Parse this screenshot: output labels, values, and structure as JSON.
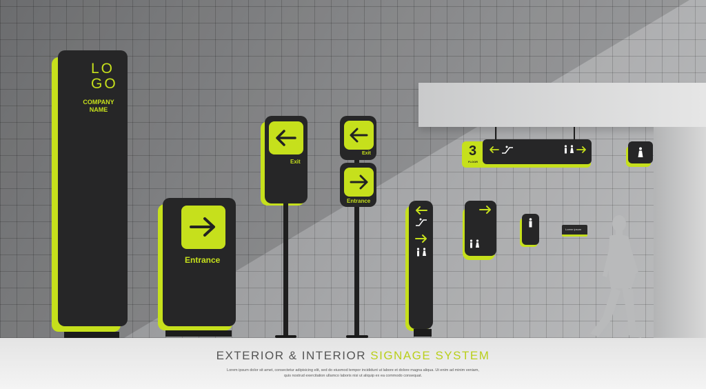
{
  "colors": {
    "accent": "#c6e01c",
    "sign": "#262627",
    "wall": "#8f9092",
    "floor": "#efefef"
  },
  "logo_sign": {
    "logo_line1": "LO",
    "logo_line2": "GO",
    "company_line1": "COMPANY",
    "company_line2": "NAME"
  },
  "entrance_sign": {
    "label": "Entrance",
    "icon": "arrow-right"
  },
  "exit_pole_sign": {
    "label": "Exit",
    "icon": "arrow-left"
  },
  "double_pole_sign": {
    "top_label": "Exit",
    "bottom_label": "Entrance"
  },
  "hanging_sign": {
    "floor_number": "3",
    "floor_word": "FLOOR",
    "icons": [
      "arrow-left",
      "escalator-icon",
      "restroom-icon",
      "arrow-right"
    ]
  },
  "small_plaque": {
    "text": "Lorem ipsum"
  },
  "caption": {
    "title_part1": "EXTERIOR & INTERIOR ",
    "title_part2": "SIGNAGE SYSTEM",
    "line1": "Lorem ipsum dolor sit amet, consectetur adipisicing elit, sed do eiusmod tempor incididunt ut labore et dolore magna aliqua. Ut enim ad minim veniam,",
    "line2": "quis nostrud exercitation ullamco laboris nisi ut aliquip ex ea commodo consequat."
  }
}
